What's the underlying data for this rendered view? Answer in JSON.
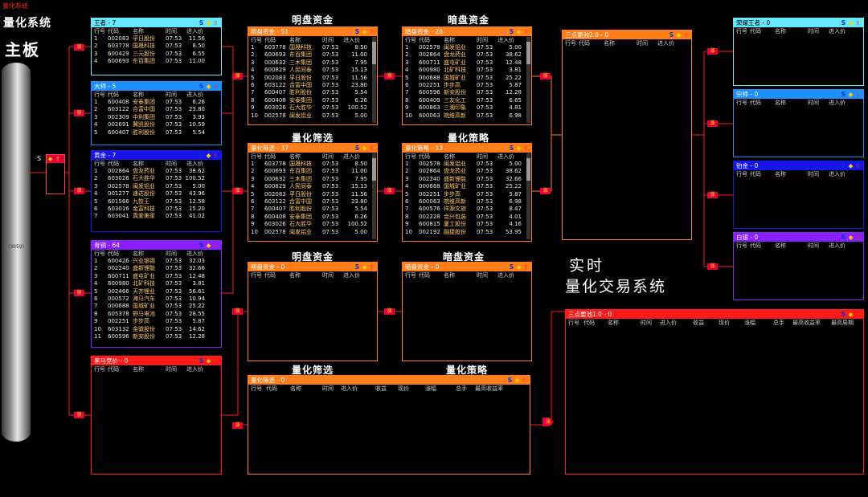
{
  "window_title": "量化系统",
  "app_title": "量化系统",
  "board_title": "主板",
  "cylinder_label": "(3059)",
  "source_node": {
    "label": "S"
  },
  "realtime_title": [
    "实时",
    "量化交易系统"
  ],
  "headings": {
    "mingpan_top": "明盘资金",
    "anpan_top": "暗盘资金",
    "shaixuan_top": "量化筛选",
    "celue_top": "量化策略",
    "mingpan_mid": "明盘资金",
    "anpan_mid": "暗盘资金",
    "shaixuan_bot": "量化筛选",
    "celue_bot": "量化策略"
  },
  "colors": {
    "cyan": "#66e8ff",
    "blue_light": "#1e8fff",
    "blue_dark": "#1616e8",
    "purple": "#8a1fff",
    "red": "#ff1a1a",
    "orange": "#ff7e1a"
  },
  "icons": {
    "s": "S",
    "diamond": "◆",
    "up": "⇧"
  },
  "arrow_text": "涨",
  "columns_basic": [
    "行号",
    "代码",
    "名称",
    "时间",
    "进入价"
  ],
  "columns_full": [
    "行号",
    "代码",
    "名称",
    "时间",
    "进入价",
    "收益",
    "现价",
    "涨幅",
    "总手",
    "最高收益率",
    "最高周期"
  ],
  "panels": {
    "wangzhe": {
      "title": "王者 - 7",
      "rows": [
        [
          "1",
          "002083",
          "孚日股份",
          "07:53",
          "11.56"
        ],
        [
          "2",
          "603778",
          "国晟科技",
          "07:53",
          "8.50"
        ],
        [
          "3",
          "600429",
          "三元股份",
          "07:53",
          "6.55"
        ],
        [
          "4",
          "600693",
          "东百集团",
          "07:53",
          "11.00"
        ]
      ]
    },
    "dashi": {
      "title": "大师 - 5",
      "rows": [
        [
          "1",
          "600408",
          "安泰集团",
          "07:53",
          "6.26"
        ],
        [
          "2",
          "603122",
          "合富中国",
          "07:53",
          "23.80"
        ],
        [
          "3",
          "002309",
          "中利集团",
          "07:53",
          "3.93"
        ],
        [
          "4",
          "002691",
          "冀凯股份",
          "07:53",
          "10.59"
        ],
        [
          "5",
          "600407",
          "胜利股份",
          "07:53",
          "5.54"
        ]
      ]
    },
    "huangjin": {
      "title": "黄金 - 7",
      "rows": [
        [
          "1",
          "002864",
          "盘龙药业",
          "07:53",
          "38.62"
        ],
        [
          "2",
          "603026",
          "石大胜华",
          "07:53",
          "100.52"
        ],
        [
          "3",
          "002578",
          "闽发铝业",
          "07:53",
          "5.00"
        ],
        [
          "4",
          "001277",
          "速达股份",
          "07:53",
          "43.96"
        ],
        [
          "5",
          "601566",
          "九牧王",
          "07:53",
          "12.58"
        ],
        [
          "6",
          "603016",
          "金富科技",
          "07:53",
          "15.20"
        ],
        [
          "7",
          "603041",
          "真爱美家",
          "07:53",
          "41.02"
        ]
      ]
    },
    "qingtong": {
      "title": "青铜 - 64",
      "rows": [
        [
          "1",
          "600426",
          "兴业银锡",
          "07:53",
          "32.03"
        ],
        [
          "2",
          "002240",
          "盛新锂能",
          "07:53",
          "32.66"
        ],
        [
          "3",
          "600711",
          "盛屯矿业",
          "07:53",
          "12.48"
        ],
        [
          "4",
          "600980",
          "北矿科技",
          "07:53",
          "3.81"
        ],
        [
          "5",
          "002466",
          "天齐锂业",
          "07:53",
          "56.61"
        ],
        [
          "6",
          "000572",
          "海马汽车",
          "07:53",
          "10.94"
        ],
        [
          "7",
          "000688",
          "国城矿业",
          "07:53",
          "25.22"
        ],
        [
          "8",
          "605378",
          "野马电池",
          "07:53",
          "28.55"
        ],
        [
          "9",
          "002251",
          "步步高",
          "07:53",
          "5.87"
        ],
        [
          "10",
          "603132",
          "金徽股份",
          "07:53",
          "14.62"
        ],
        [
          "11",
          "600596",
          "新安股份",
          "07:53",
          "12.28"
        ]
      ]
    },
    "heima": {
      "title": "黑马竞价 - 0",
      "rows": []
    },
    "mingpan1": {
      "title": "明盘资金 - 51",
      "rows": [
        [
          "1",
          "603778",
          "国晟科技",
          "07:53",
          "8.50"
        ],
        [
          "2",
          "600693",
          "东百集团",
          "07:53",
          "11.00"
        ],
        [
          "3",
          "000632",
          "三木集团",
          "07:53",
          "7.95"
        ],
        [
          "4",
          "600829",
          "人民同泰",
          "07:53",
          "15.13"
        ],
        [
          "5",
          "002083",
          "孚日股份",
          "07:53",
          "11.56"
        ],
        [
          "6",
          "603122",
          "合富中国",
          "07:53",
          "23.80"
        ],
        [
          "7",
          "600407",
          "胜利股份",
          "07:53",
          "5.54"
        ],
        [
          "8",
          "600408",
          "安泰集团",
          "07:53",
          "6.26"
        ],
        [
          "9",
          "603026",
          "石大胜华",
          "07:53",
          "100.52"
        ],
        [
          "10",
          "002578",
          "闽发铝业",
          "07:53",
          "5.00"
        ]
      ]
    },
    "anpan1": {
      "title": "暗盘资金 - 26",
      "rows": [
        [
          "1",
          "002578",
          "闽发铝业",
          "07:53",
          "5.00"
        ],
        [
          "2",
          "002864",
          "盘龙药业",
          "07:53",
          "38.62"
        ],
        [
          "3",
          "600711",
          "盛屯矿业",
          "07:53",
          "12.48"
        ],
        [
          "4",
          "600980",
          "北矿科技",
          "07:53",
          "3.81"
        ],
        [
          "5",
          "000688",
          "国城矿业",
          "07:53",
          "25.22"
        ],
        [
          "6",
          "002251",
          "步步高",
          "07:53",
          "5.87"
        ],
        [
          "7",
          "600596",
          "新安股份",
          "07:53",
          "12.28"
        ],
        [
          "8",
          "600409",
          "三友化工",
          "07:53",
          "6.65"
        ],
        [
          "9",
          "600863",
          "三湘印象",
          "07:53",
          "4.81"
        ],
        [
          "10",
          "600063",
          "皖维高新",
          "07:53",
          "6.98"
        ]
      ]
    },
    "shaixuan1": {
      "title": "量化筛选 - 37",
      "rows": [
        [
          "1",
          "603778",
          "国晟科技",
          "07:53",
          "8.50"
        ],
        [
          "2",
          "600693",
          "东百集团",
          "07:53",
          "11.00"
        ],
        [
          "3",
          "000632",
          "三木集团",
          "07:53",
          "7.95"
        ],
        [
          "4",
          "600829",
          "人民同泰",
          "07:53",
          "15.13"
        ],
        [
          "5",
          "002083",
          "孚日股份",
          "07:53",
          "11.56"
        ],
        [
          "6",
          "603122",
          "合富中国",
          "07:53",
          "23.80"
        ],
        [
          "7",
          "600407",
          "胜利股份",
          "07:53",
          "5.54"
        ],
        [
          "8",
          "600408",
          "安泰集团",
          "07:53",
          "6.26"
        ],
        [
          "9",
          "603026",
          "石大胜华",
          "07:53",
          "100.52"
        ],
        [
          "10",
          "002578",
          "闽发铝业",
          "07:53",
          "5.00"
        ]
      ]
    },
    "celue1": {
      "title": "量化策略 - 13",
      "rows": [
        [
          "1",
          "002578",
          "闽发铝业",
          "07:53",
          "5.00"
        ],
        [
          "2",
          "002864",
          "盘龙药业",
          "07:53",
          "38.62"
        ],
        [
          "3",
          "002240",
          "盛新锂能",
          "07:53",
          "32.66"
        ],
        [
          "4",
          "000688",
          "国城矿业",
          "07:53",
          "25.22"
        ],
        [
          "5",
          "002251",
          "步步高",
          "07:53",
          "5.87"
        ],
        [
          "6",
          "600063",
          "皖维高新",
          "07:53",
          "6.98"
        ],
        [
          "7",
          "600576",
          "祥源文旅",
          "07:53",
          "8.47"
        ],
        [
          "8",
          "002228",
          "合兴包装",
          "07:53",
          "4.01"
        ],
        [
          "9",
          "600815",
          "厦工股份",
          "07:53",
          "4.16"
        ],
        [
          "10",
          "002192",
          "融捷股份",
          "07:53",
          "53.95"
        ]
      ]
    },
    "mingpan2": {
      "title": "明盘资金 - 0",
      "rows": []
    },
    "anpan2": {
      "title": "暗盘资金 - 0",
      "rows": []
    },
    "shaixuan2": {
      "title": "量化筛选 - 0",
      "rows": []
    },
    "sandian2": {
      "title": "三点要池2.0 - 0",
      "rows": []
    },
    "sandian1": {
      "title": "三点要池1.0 - 0",
      "rows": []
    },
    "rongyao": {
      "title": "荣耀王者 - 0",
      "rows": []
    },
    "zongshi": {
      "title": "宗师 - 0",
      "rows": []
    },
    "bojin": {
      "title": "铂金 - 0",
      "rows": []
    },
    "baiyin": {
      "title": "白银 - 0",
      "rows": []
    }
  }
}
